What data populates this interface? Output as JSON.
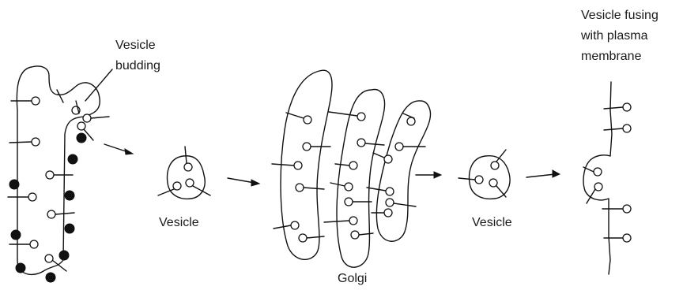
{
  "labels": {
    "vesicle_budding": [
      "Vesicle",
      "budding"
    ],
    "vesicle_left": "Vesicle",
    "golgi": "Golgi",
    "vesicle_right": "Vesicle",
    "vesicle_fusing": [
      "Vesicle fusing",
      "with plasma",
      "membrane"
    ]
  },
  "stages": [
    "vesicle-budding",
    "vesicle",
    "golgi",
    "vesicle",
    "vesicle-fusing-with-plasma-membrane"
  ],
  "colors": {
    "line": "#111111",
    "background": "#ffffff",
    "filled_marker": "#111111",
    "open_marker": "#ffffff"
  }
}
